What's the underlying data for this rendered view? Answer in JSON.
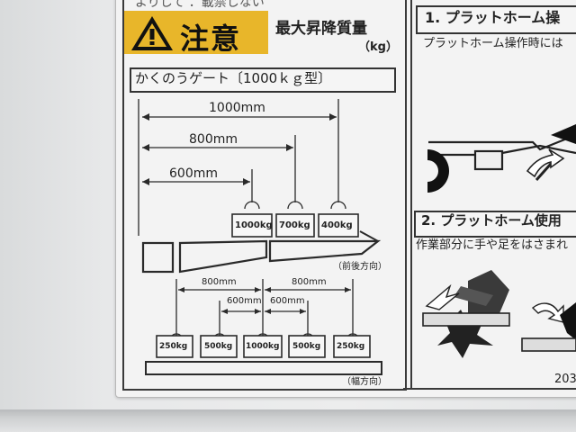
{
  "top_text": "よりして ．載禁しない",
  "caution": {
    "word": "注意",
    "title": "最大昇降質量",
    "unit": "（kg）",
    "color": "#e8b62a"
  },
  "gate_title": "かくのうゲート〔1000ｋｇ型〕",
  "front_back": {
    "dims": [
      "1000mm",
      "800mm",
      "600mm"
    ],
    "weights": [
      "1000kg",
      "700kg",
      "400kg"
    ],
    "direction": "（前後方向）"
  },
  "width_dir": {
    "dims_outer_left": "800mm",
    "dims_outer_right": "800mm",
    "dims_inner_left": "600mm",
    "dims_inner_right": "600mm",
    "weights": [
      "250kg",
      "500kg",
      "1000kg",
      "500kg",
      "250kg"
    ],
    "direction": "（幅方向）"
  },
  "right_panel": {
    "section1_title": "1. プラットホーム操",
    "section1_text": "プラットホーム操作時には",
    "section2_title": "2. プラットホーム使用",
    "section2_text": "作業部分に手や足をはさまれ",
    "code": "203"
  }
}
